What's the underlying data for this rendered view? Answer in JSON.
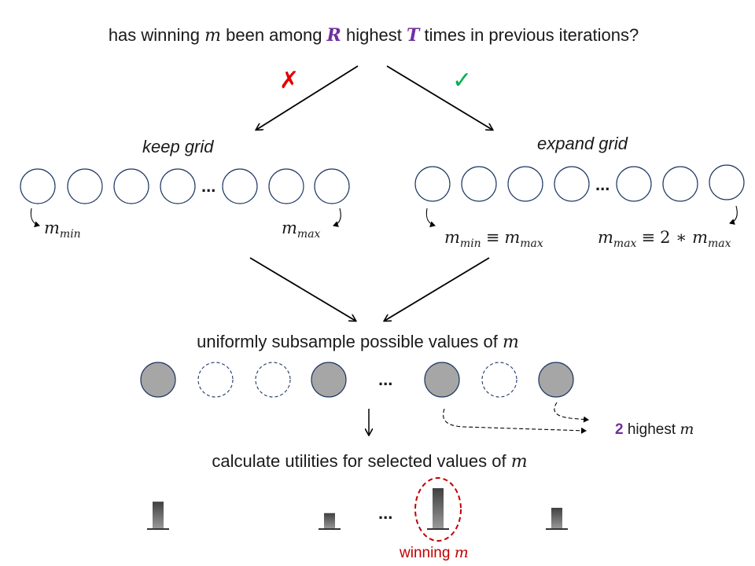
{
  "question": {
    "prefix": "has winning ",
    "m": "m",
    "mid1": " been among ",
    "R": "R",
    "mid2": " highest ",
    "T": "T",
    "suffix": " times in previous iterations?"
  },
  "branches": {
    "no_mark": "✗",
    "yes_mark": "✓",
    "no_color": "#e00000",
    "yes_color": "#00b050",
    "keep_label": "keep grid",
    "expand_label": "expand grid"
  },
  "keep_grid": {
    "ellipsis": "...",
    "min_base": "m",
    "min_sub": "min",
    "max_base": "m",
    "max_sub": "max"
  },
  "expand_grid": {
    "ellipsis": "...",
    "left_lhs_base": "m",
    "left_lhs_sub": "min",
    "equiv": "≡",
    "left_rhs_base": "m",
    "left_rhs_sub": "max",
    "right_lhs_base": "m",
    "right_lhs_sub": "max",
    "right_factor": "2 ∗ ",
    "right_rhs_base": "m",
    "right_rhs_sub": "max"
  },
  "subsample": {
    "title_prefix": "uniformly subsample possible values of ",
    "title_m": "m",
    "ellipsis": "...",
    "circles": [
      "selected",
      "unselected",
      "unselected",
      "selected",
      "selected",
      "unselected",
      "selected"
    ],
    "selected_fill": "#a6a6a6",
    "highest_count": "2",
    "highest_text": " highest ",
    "highest_m": "m"
  },
  "utilities": {
    "title_prefix": "calculate utilities for selected values of ",
    "title_m": "m",
    "ellipsis": "...",
    "bar_heights_relative": [
      0.67,
      0.39,
      1.0,
      0.52
    ],
    "winner_index": 2,
    "winner_prefix": "winning ",
    "winner_m": "m",
    "winner_color": "#c00000"
  }
}
